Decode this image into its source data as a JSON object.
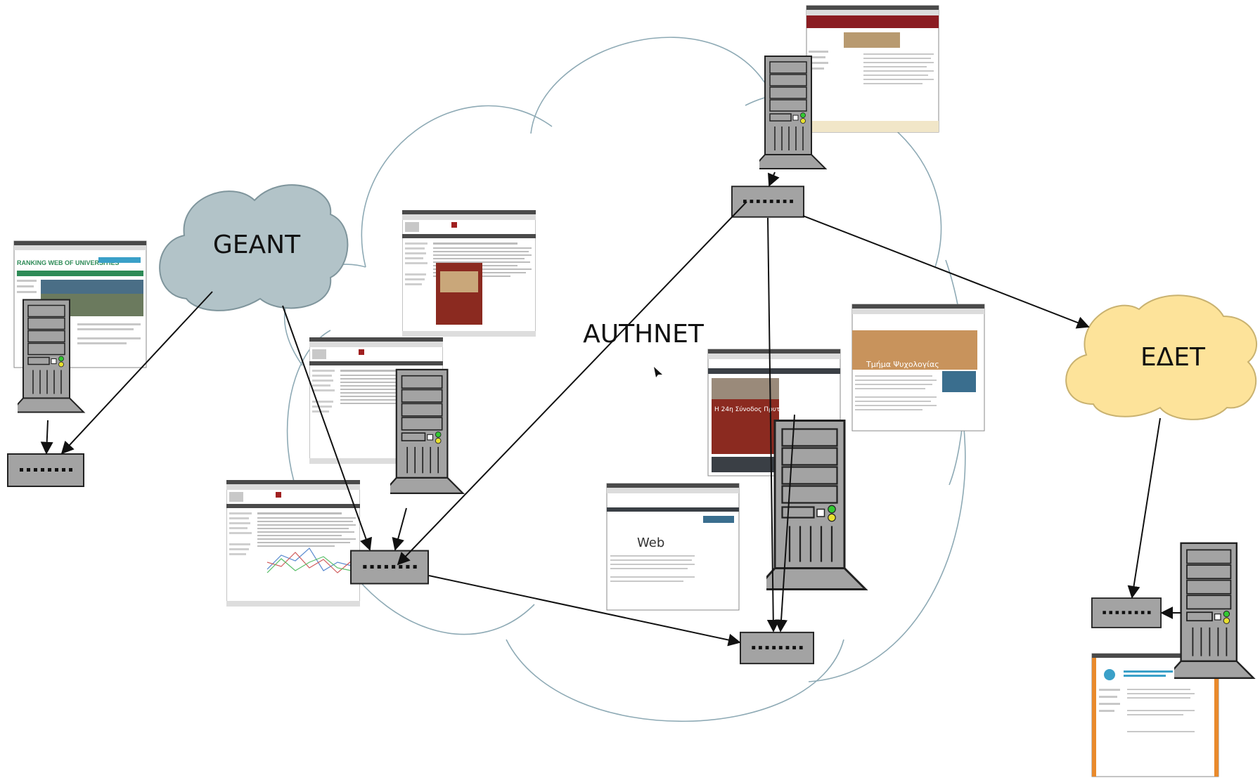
{
  "labels": {
    "geant": "GEANT",
    "authnet": "AUTHNET",
    "edet": "ΕΔΕΤ"
  },
  "colors": {
    "geant_cloud": "#b2c3c8",
    "edet_cloud": "#fde39a",
    "authnet_outline": "#8eaab5",
    "server_body": "#a3a3a3",
    "switch_body": "#a3a3a3",
    "edge": "#111111",
    "web_header_red": "#8b1c22",
    "web_header_dark": "#3a3f45"
  },
  "icons": {
    "server": "server-tower-icon",
    "switch": "network-switch-icon",
    "webpage": "webpage-screenshot-icon",
    "cloud": "cloud-icon"
  },
  "screenshots": {
    "ranking": {
      "title": "RANKING WEB OF UNIVERSITIES"
    },
    "psychology": {
      "title": "Τμήμα Ψυχολογίας"
    },
    "news": {
      "caption": "Η 24η Σύνοδος Πρυτάνεων στα..."
    },
    "wordcloud": {
      "word": "Web"
    }
  }
}
